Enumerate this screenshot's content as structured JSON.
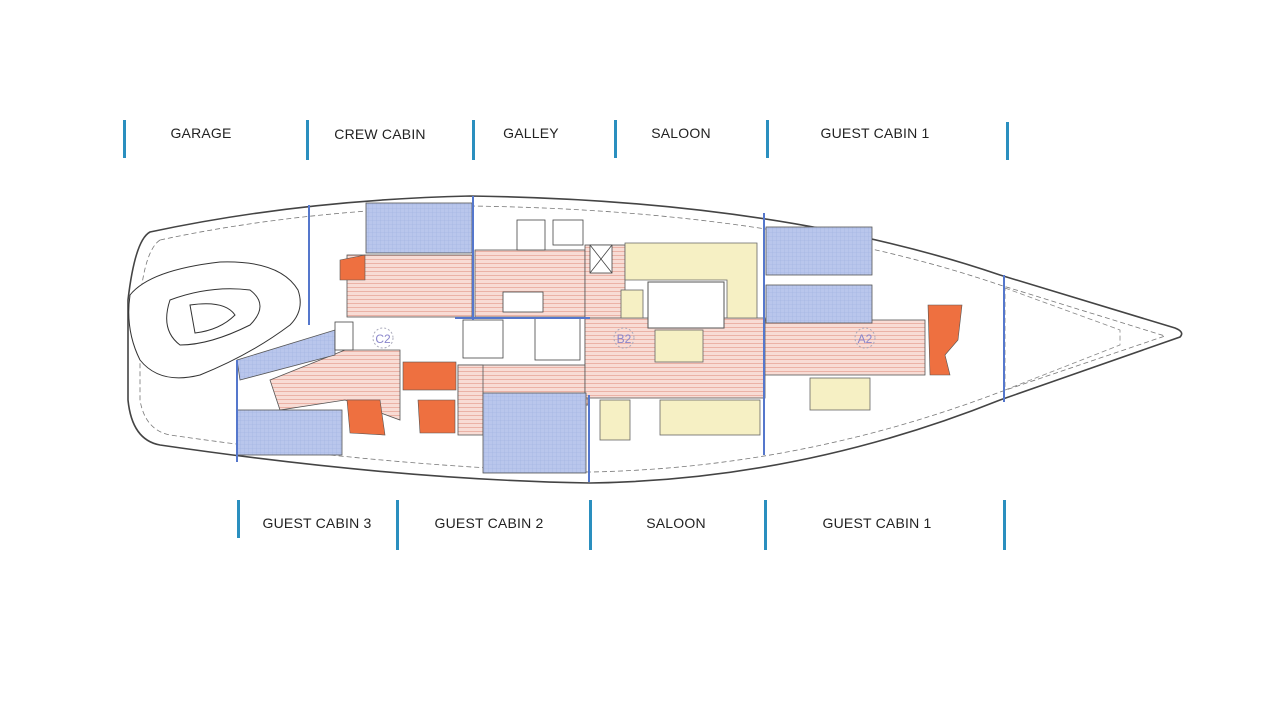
{
  "top_labels": [
    "GARAGE",
    "CREW CABIN",
    "GALLEY",
    "SALOON",
    "GUEST CABIN 1"
  ],
  "bottom_labels": [
    "GUEST CABIN 3",
    "GUEST CABIN 2",
    "SALOON",
    "GUEST CABIN 1"
  ],
  "plan_markers": [
    "C2",
    "B2",
    "A2"
  ],
  "colors": {
    "divider": "#2a8fbf",
    "floor": "#f6d3cc",
    "berth": "#b9c6ec",
    "seating": "#f6f0c4",
    "head": "#ee7040",
    "outline": "#444444",
    "section_line": "#5577cc"
  }
}
